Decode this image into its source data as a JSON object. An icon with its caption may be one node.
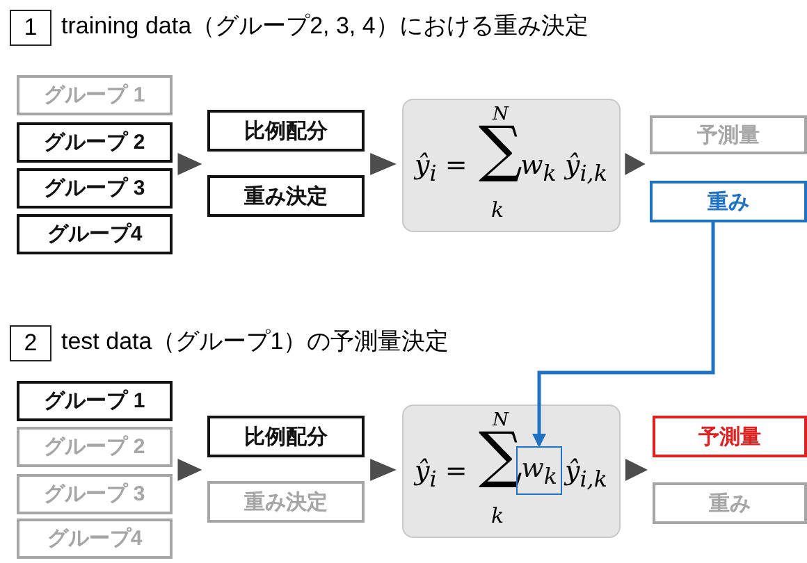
{
  "diagram": {
    "nodes": [
      {
        "text": [
          "グループ 1"
        ]
      },
      {
        "text": [
          "グループ 2"
        ]
      },
      {
        "text": [
          "グループ 3"
        ]
      },
      {
        "text": [
          "グループ4"
        ]
      },
      {
        "text": [
          "比例配分"
        ]
      },
      {
        "text": [
          "重み決定"
        ]
      },
      {
        "text": [
          "ŷ$_{i}$ =",
          "N",
          "∑",
          "k",
          "w$_{k}$",
          "ŷ$_{i,k}$"
        ]
      },
      {
        "text": [
          "予測量"
        ]
      },
      {
        "text": [
          "重み"
        ]
      },
      {
        "text": [
          "グループ 1"
        ]
      },
      {
        "text": [
          "グループ 2"
        ]
      },
      {
        "text": [
          "グループ 3"
        ]
      },
      {
        "text": [
          "グループ4"
        ]
      },
      {
        "text": [
          "比例配分"
        ]
      },
      {
        "text": [
          "重み決定"
        ]
      },
      {
        "text": [
          "ŷ$_{i}$ =",
          "N",
          "∑",
          "k",
          "ŷ$_{i,k}$"
        ]
      },
      {
        "text": [
          "w$_{k}$"
        ],
        "in": 15
      },
      {
        "text": [
          "予測量"
        ]
      },
      {
        "text": [
          "重み"
        ]
      }
    ],
    "edges": [
      {
        "from": 1,
        "to": 4,
        "arrow": "to"
      },
      {
        "from": 5,
        "to": 6,
        "arrow": "to"
      },
      {
        "from": 6,
        "to": 8,
        "arrow": "to"
      },
      {
        "from": 8,
        "to": 16,
        "arrow": "to",
        "color": "#1f72c4"
      },
      {
        "from": 9,
        "to": 13,
        "arrow": "to"
      },
      {
        "from": 13,
        "to": 15,
        "arrow": "to"
      },
      {
        "from": 15,
        "to": 17,
        "arrow": "to"
      }
    ],
    "labels": [
      "1",
      "training data（グループ2, 3, 4）における重み決定",
      "2",
      "test data（グループ1）の予測量決定"
    ]
  }
}
